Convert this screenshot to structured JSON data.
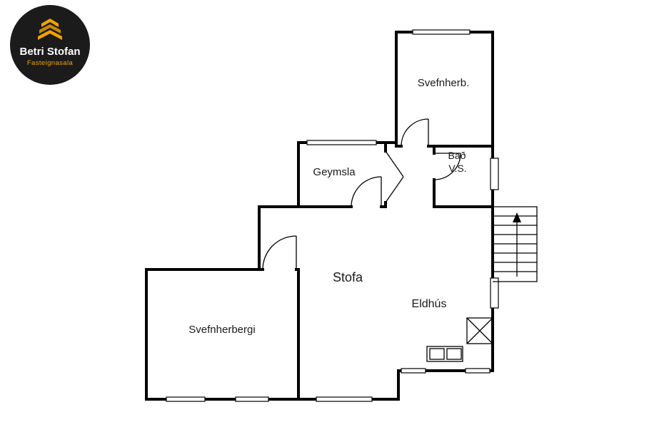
{
  "logo": {
    "name": "Betri Stofan",
    "tagline": "Fasteignasala"
  },
  "rooms": {
    "svefnherb": "Svefnherb.",
    "bad": "Bað",
    "vs": "V.S.",
    "geymsla": "Geymsla",
    "stofa": "Stofa",
    "eldhus": "Eldhús",
    "svefnherbergi": "Svefnherbergi"
  },
  "colors": {
    "background": "#ffffff",
    "wall": "#000000",
    "logo_background": "#1b1b1b",
    "logo_text": "#ffffff",
    "logo_accent": "#f2a400",
    "logo_accent_dark": "#c98a00"
  }
}
